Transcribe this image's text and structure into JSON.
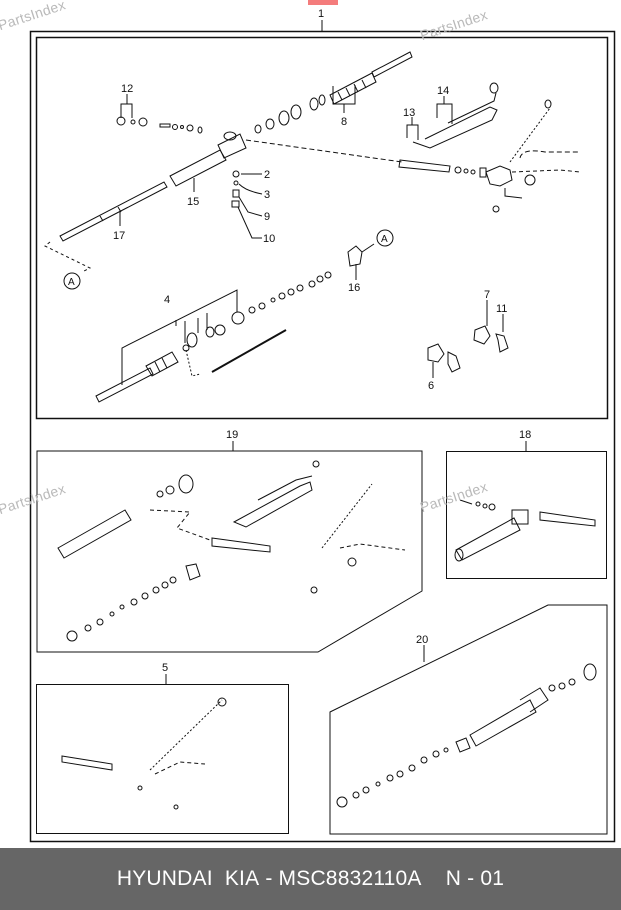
{
  "watermark": "PartsIndex",
  "highlight_color": "#f47c7c",
  "footer": {
    "brand": "HYUNDAI  KIA",
    "separator": " - ",
    "part_number": "MSC8832110A",
    "page": "N - 01",
    "background": "#666666"
  },
  "callouts": {
    "c1": "1",
    "c2": "2",
    "c3": "3",
    "c4": "4",
    "c5": "5",
    "c6": "6",
    "c7": "7",
    "c8": "8",
    "c9": "9",
    "c10": "10",
    "c11": "11",
    "c12": "12",
    "c13": "13",
    "c14": "14",
    "c15": "15",
    "c16": "16",
    "c17": "17",
    "c18": "18",
    "c19": "19",
    "c20": "20",
    "refA": "A"
  }
}
